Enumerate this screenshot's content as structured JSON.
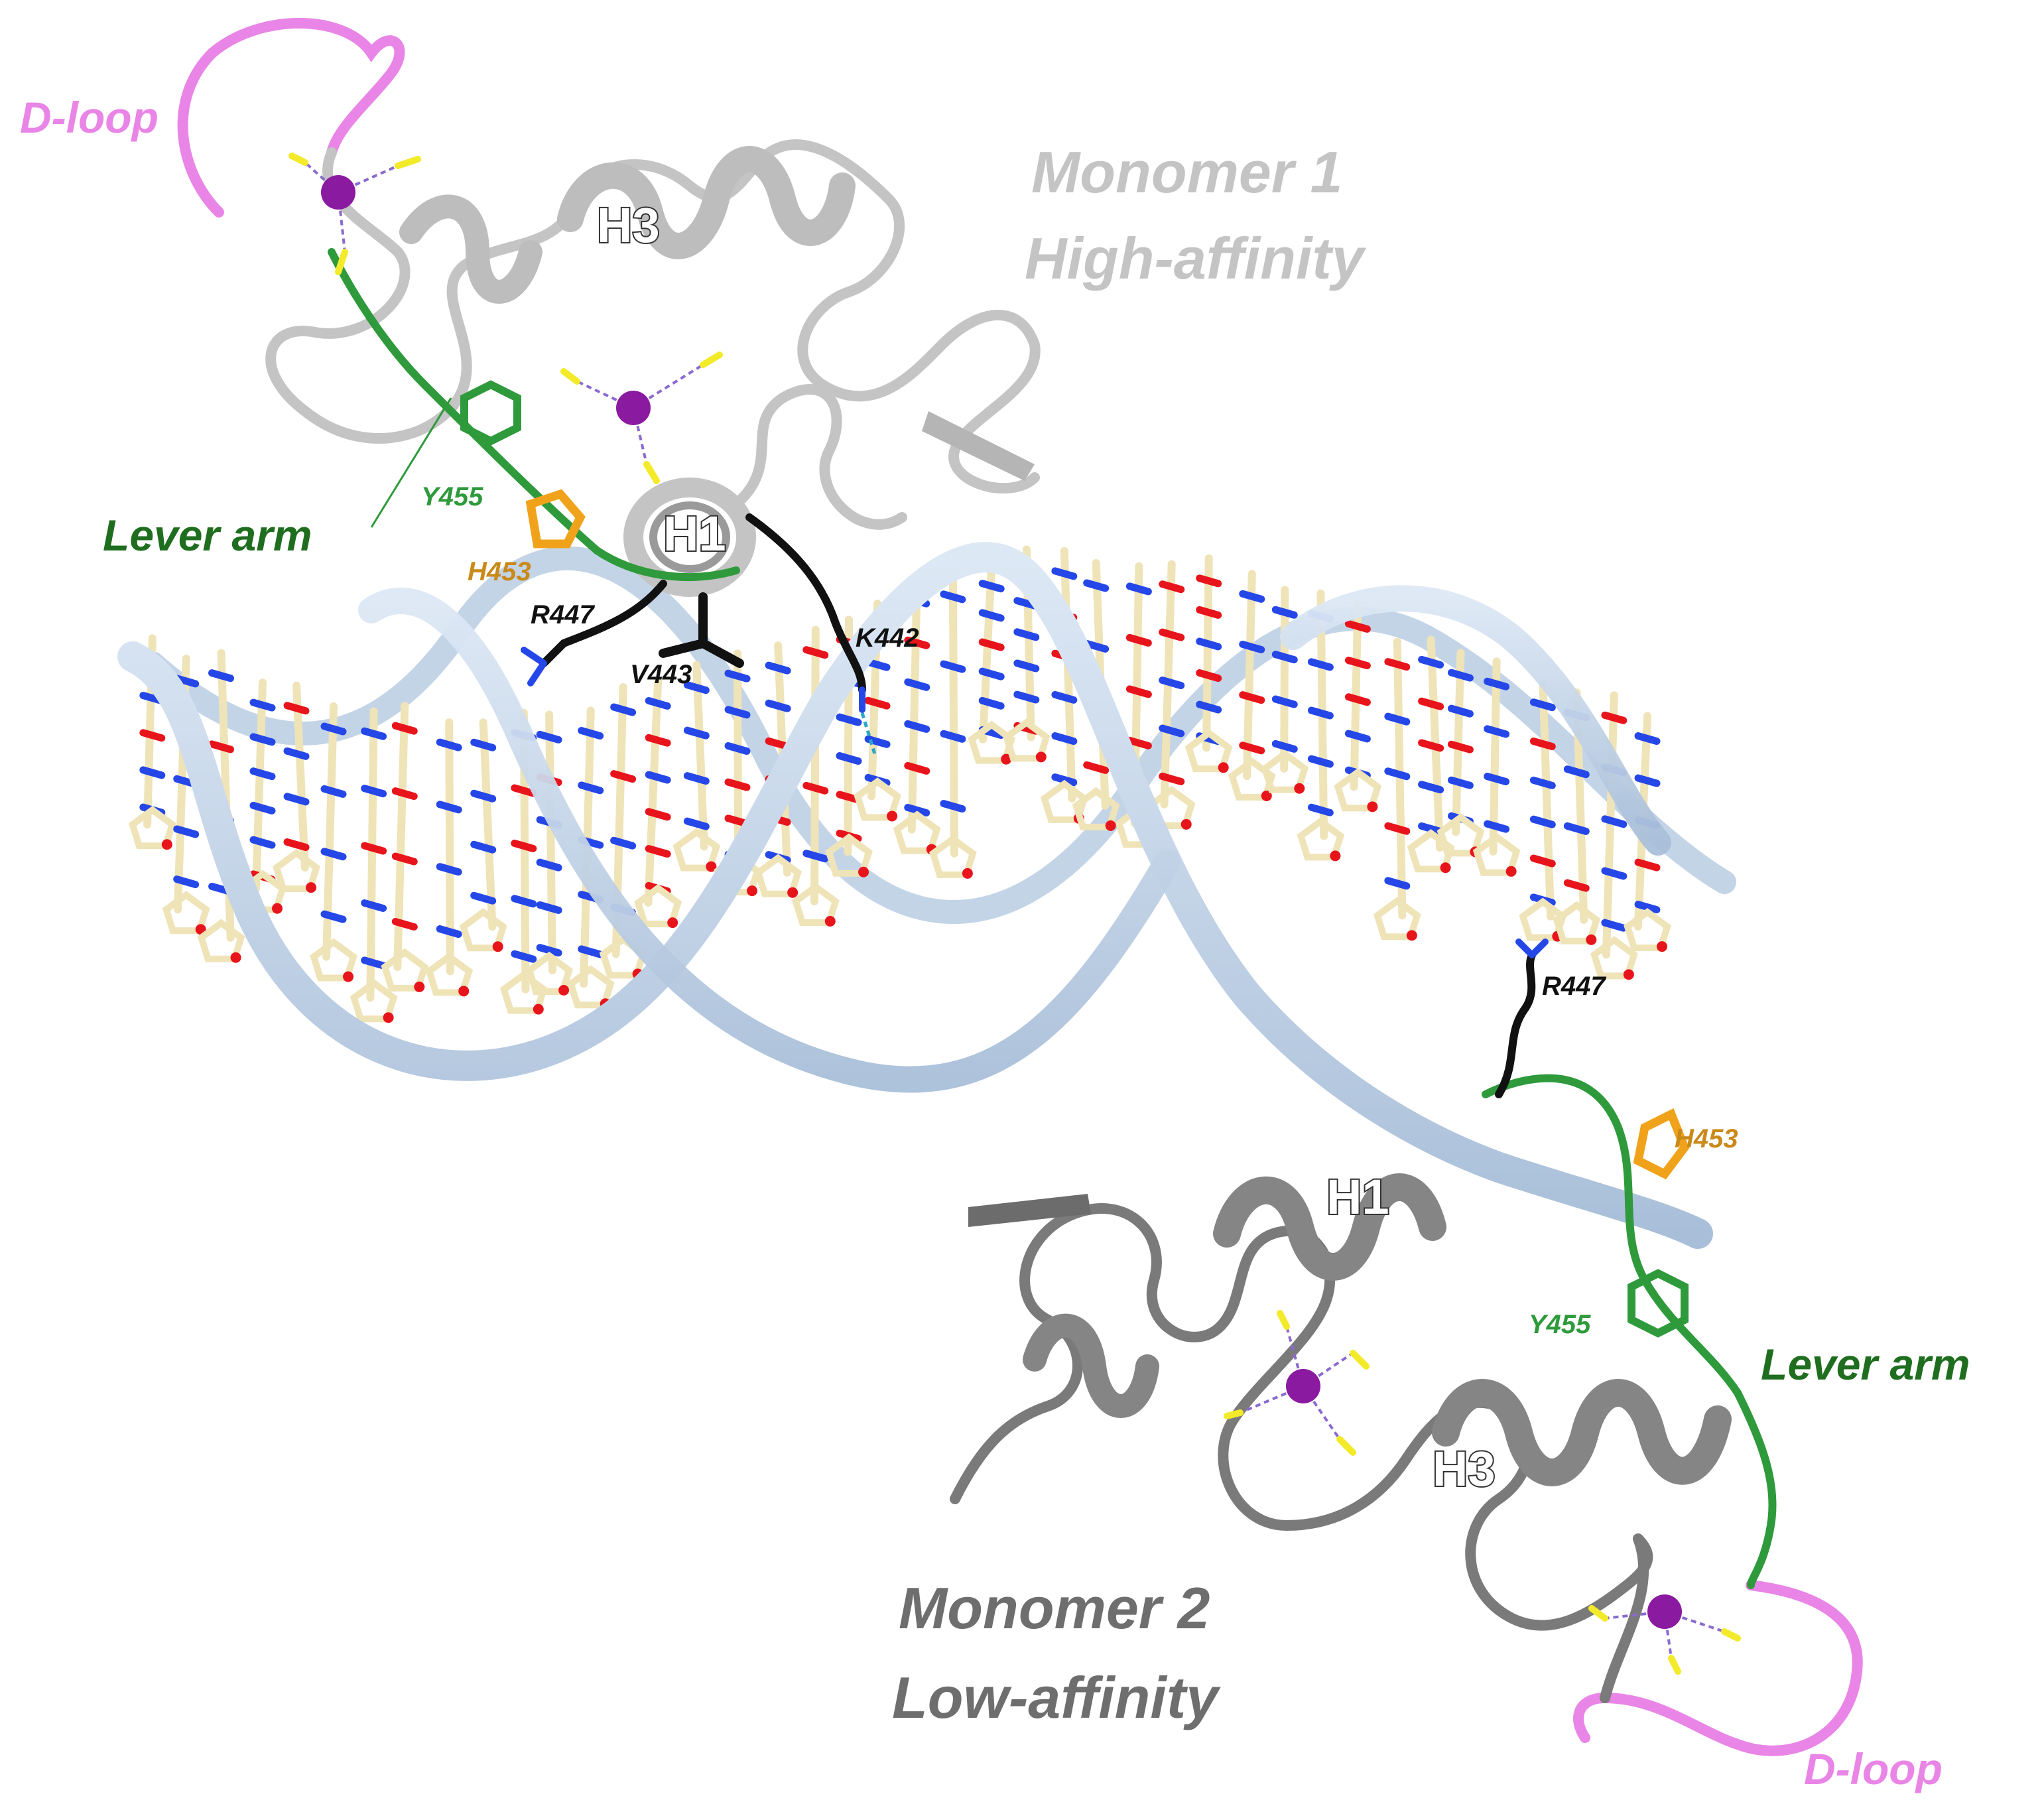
{
  "monomer1": {
    "title": "Monomer 1",
    "subtitle": "High-affinity",
    "dloop": "D-loop",
    "lever_arm": "Lever arm",
    "helix_h1": "H1",
    "helix_h3": "H3",
    "residues": {
      "y455": "Y455",
      "h453": "H453",
      "r447": "R447",
      "v443": "V443",
      "k442": "K442"
    }
  },
  "monomer2": {
    "title": "Monomer 2",
    "subtitle": "Low-affinity",
    "dloop": "D-loop",
    "lever_arm": "Lever arm",
    "helix_h1": "H1",
    "helix_h3": "H3",
    "residues": {
      "r447": "R447",
      "h453": "H453",
      "y455": "Y455"
    }
  },
  "colors": {
    "monomer1_ribbon": "#c4c4c4",
    "monomer2_ribbon": "#7a7a7a",
    "dna_backbone": "#c7d8ec",
    "base_carbon": "#efe3b8",
    "oxygen": "#e8141b",
    "nitrogen": "#2547e8",
    "dloop": "#e985e6",
    "lever_arm": "#2f9a3b",
    "lever_arm_text": "#1f6e1f",
    "h453": "#f0a21a",
    "zinc": "#8a1aa0",
    "sulfur": "#f3ea2a",
    "contact_residue": "#111111"
  }
}
